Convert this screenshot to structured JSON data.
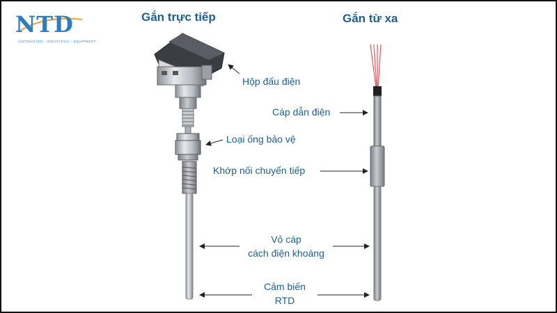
{
  "logo": {
    "text": "NTD",
    "tagline": "AUTOMATION · INDUSTRIAL · EQUIPMENT"
  },
  "headings": {
    "left": "Gắn trực tiếp",
    "right": "Gắn từ xa"
  },
  "labels": {
    "terminal_box": "Hộp đấu điện",
    "cable": "Cáp dẫn điện",
    "protection_tube": "Loại ống bảo vệ",
    "transition_joint": "Khớp nối chuyển tiếp",
    "mi_cable_line1": "Vỏ cáp",
    "mi_cable_line2": "cách điện khoáng",
    "sensor_line1": "Cảm biến",
    "sensor_line2": "RTD"
  },
  "colors": {
    "accent": "#1f5f8f",
    "logo": "#2b7dc4",
    "wire_red": "#e05a5a"
  }
}
